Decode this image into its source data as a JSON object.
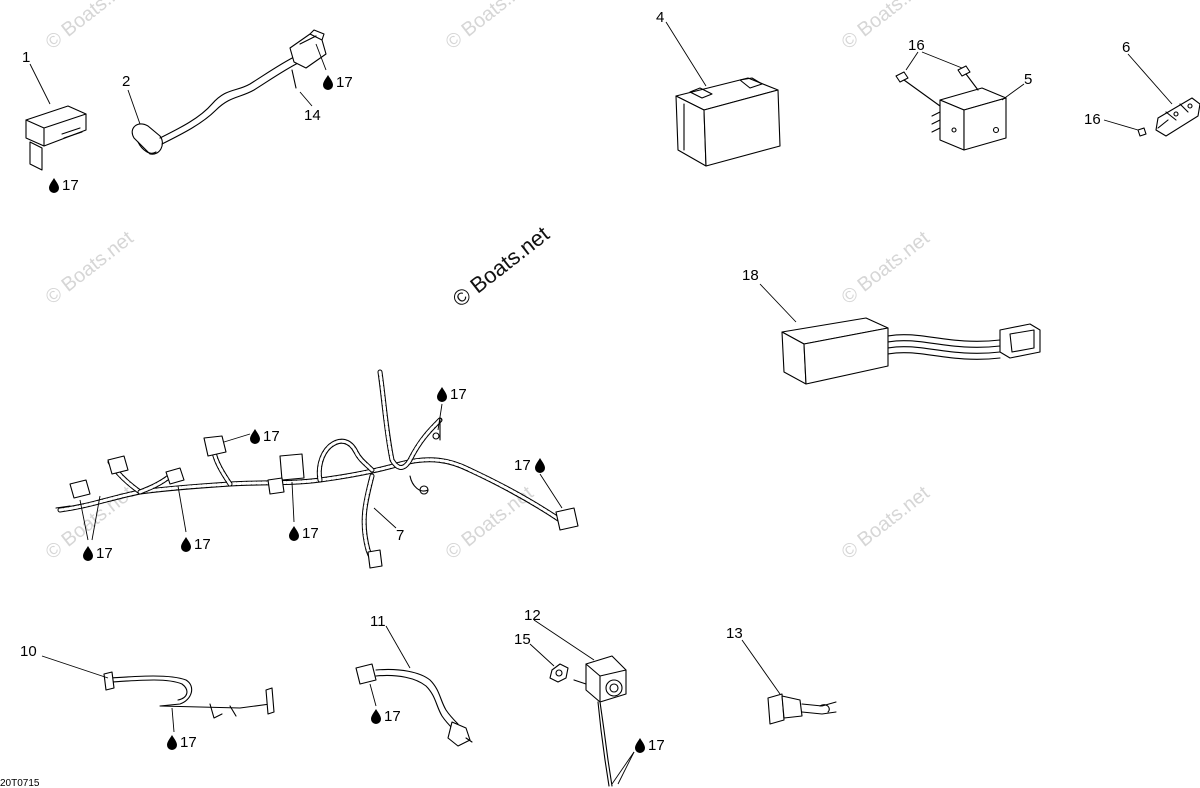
{
  "watermark": {
    "text": "© Boats.net",
    "main_text": "© Boats.net"
  },
  "drawing_code": "20T0715",
  "callouts": {
    "c1": "1",
    "c2": "2",
    "c4": "4",
    "c5": "5",
    "c6": "6",
    "c7": "7",
    "c10": "10",
    "c11": "11",
    "c12": "12",
    "c13": "13",
    "c14": "14",
    "c15": "15",
    "c16a": "16",
    "c16b": "16",
    "c18": "18"
  },
  "lubricant_ref": "17",
  "lubricant_ref_left": "17",
  "icons": {
    "drop": "lubricant-drop-icon"
  }
}
